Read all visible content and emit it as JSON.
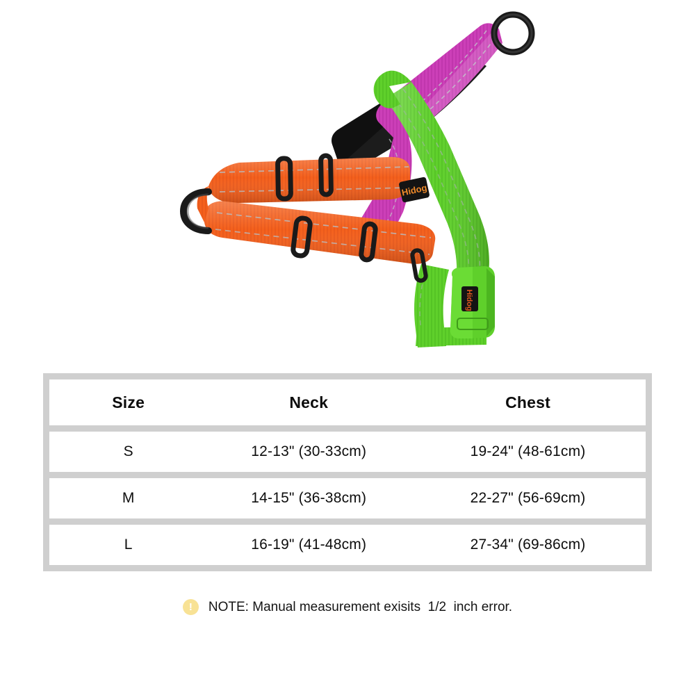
{
  "product": {
    "name": "no-pull-dog-harness",
    "brand_label": "Hidog",
    "colors": {
      "orange_strap": "#f4601c",
      "green_strap": "#5fd02b",
      "magenta_strap": "#cc3fb8",
      "black_hardware": "#1a1a1a",
      "black_padding": "#101010",
      "reflective_stitch": "#b9bcc0",
      "label_tag": "#141414",
      "label_text": "#f08a2a"
    },
    "parts": [
      {
        "name": "top-o-ring",
        "kind": "o-ring",
        "color": "#1a1a1a"
      },
      {
        "name": "front-d-ring",
        "kind": "d-ring",
        "color": "#1a1a1a"
      },
      {
        "name": "neck-strap",
        "kind": "webbing",
        "color": "#cc3fb8"
      },
      {
        "name": "neck-padding",
        "kind": "padding",
        "color": "#101010"
      },
      {
        "name": "chest-strap-upper",
        "kind": "webbing",
        "color": "#f4601c"
      },
      {
        "name": "chest-strap-lower",
        "kind": "webbing",
        "color": "#f4601c"
      },
      {
        "name": "body-strap",
        "kind": "webbing",
        "color": "#5fd02b"
      },
      {
        "name": "side-release-buckle",
        "kind": "buckle",
        "color": "#5fd02b"
      },
      {
        "name": "slider-adjuster",
        "kind": "slider",
        "color": "#1a1a1a"
      }
    ]
  },
  "chart_data": {
    "type": "table",
    "title": "",
    "columns": [
      "Size",
      "Neck",
      "Chest"
    ],
    "rows": [
      {
        "size": "S",
        "neck": "12-13\" (30-33cm)",
        "chest": "19-24\" (48-61cm)"
      },
      {
        "size": "M",
        "neck": "14-15\" (36-38cm)",
        "chest": "22-27\" (56-69cm)"
      },
      {
        "size": "L",
        "neck": "16-19\" (41-48cm)",
        "chest": "27-34\" (69-86cm)"
      }
    ],
    "border_color": "#cfcfcf",
    "cell_background": "#ffffff"
  },
  "note": {
    "icon": "exclamation-circle-icon",
    "icon_glyph": "!",
    "icon_color": "#f8e295",
    "text": "NOTE: Manual measurement exisits  1/2  inch error."
  }
}
